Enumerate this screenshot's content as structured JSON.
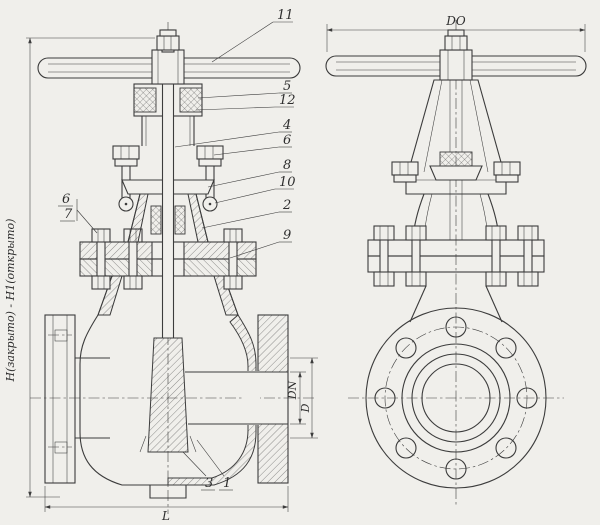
{
  "canvas": {
    "background": "#f0efeb",
    "ink": "#3c3c3c"
  },
  "callouts": {
    "c11": "11",
    "c5": "5",
    "c12": "12",
    "c4": "4",
    "c6": "6",
    "c8": "8",
    "c10": "10",
    "c2": "2",
    "c9": "9",
    "c6b": "6",
    "c7": "7",
    "c3": "3",
    "c1": "1"
  },
  "dimensions": {
    "height": "Н(закрыто) - Н1(открыто)",
    "wheel_diameter": "DO",
    "nominal_bore": "DN",
    "bore": "D",
    "length": "L"
  }
}
